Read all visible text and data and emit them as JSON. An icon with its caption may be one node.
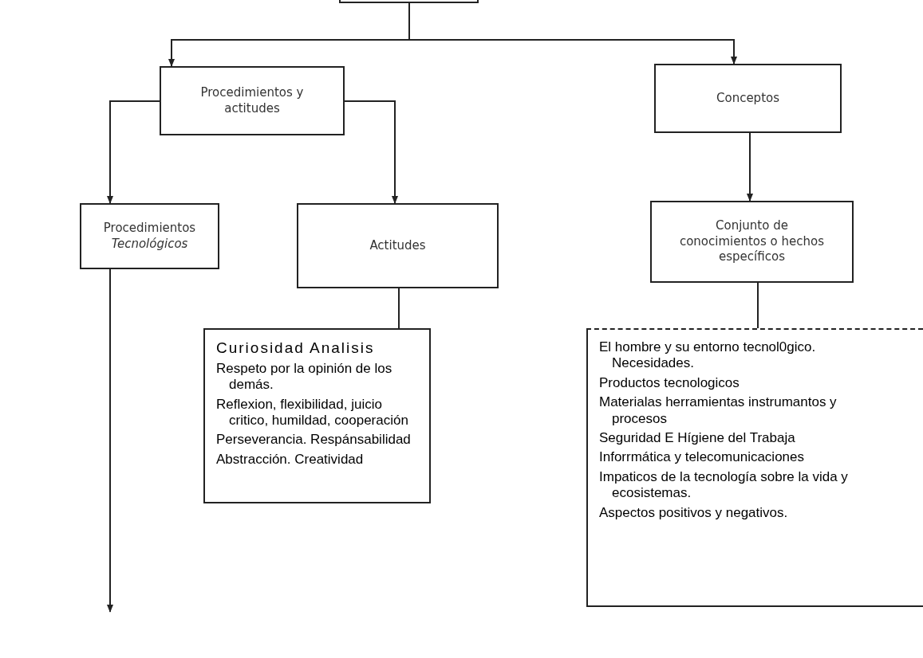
{
  "diagram": {
    "nodes": [
      {
        "text": [],
        "shape": "box"
      },
      {
        "text": [
          "Procedimientos y actitudes"
        ]
      },
      {
        "text": [
          "Conceptos"
        ]
      },
      {
        "text": [
          "Procedimientos *Tecnológicos*"
        ]
      },
      {
        "text": [
          "Actitudes"
        ]
      },
      {
        "text": [
          "Conjunto de conocimientos o hechos específicos"
        ]
      },
      {
        "text": [
          "Curiosidad Analisis",
          "Respeto por la opinión de los demás.",
          "Reflexion, flexibilidad, juicio critico, humildad, cooperación",
          "Perseverancia. Respánsabilidad",
          "Abstracción. Creatividad"
        ]
      },
      {
        "text": [
          "El hombre y su entorno tecnol0gico. Necesidades.",
          "Productos tecnologicos",
          "Materialas herramientas instrumantos y procesos",
          "Seguridad E Hígiene del Trabaja",
          "Inforrmática y telecomunicaciones",
          "Impaticos de la tecnología sobre la vida y ecosistemas.",
          "Aspectos positivos y negativos."
        ]
      }
    ],
    "edges": [
      {
        "from": 0,
        "to": 1,
        "arrow": "to"
      },
      {
        "from": 0,
        "to": 2,
        "arrow": "to"
      },
      {
        "from": 1,
        "to": 3,
        "arrow": "to"
      },
      {
        "from": 1,
        "to": 4,
        "arrow": "to"
      },
      {
        "from": 2,
        "to": 5,
        "arrow": "to"
      },
      {
        "from": 3,
        "to": null,
        "arrow": "to"
      },
      {
        "from": 4,
        "to": 6,
        "arrow": "none"
      },
      {
        "from": 5,
        "to": 7,
        "arrow": "none"
      }
    ]
  }
}
